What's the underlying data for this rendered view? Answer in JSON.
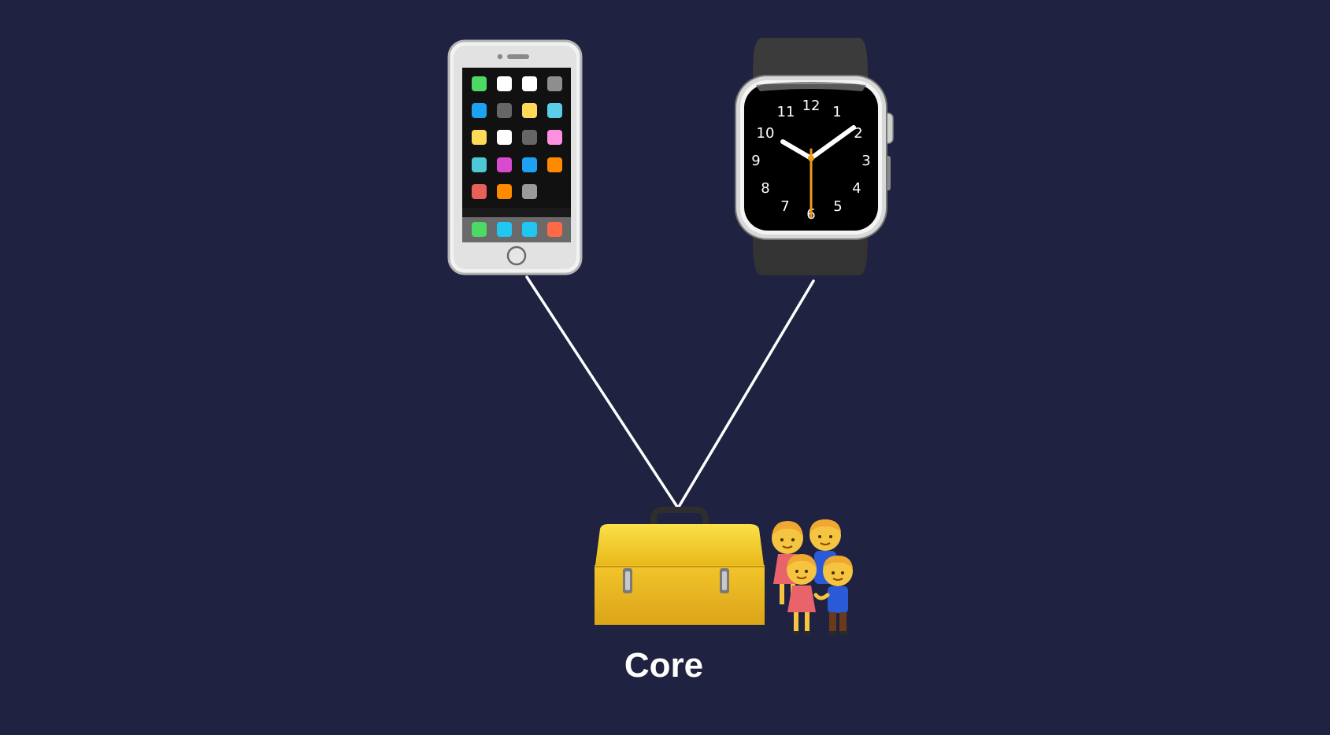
{
  "diagram": {
    "background_color": "#1f2240",
    "line_color": "#ffffff",
    "nodes": [
      {
        "id": "phone",
        "icon": "mobile-phone-icon"
      },
      {
        "id": "watch",
        "icon": "watch-icon"
      },
      {
        "id": "core",
        "icon": "toolbox-icon",
        "companion_icon": "family-icon",
        "label": "Core"
      }
    ],
    "edges": [
      {
        "from": "phone",
        "to": "core"
      },
      {
        "from": "watch",
        "to": "core"
      }
    ],
    "watch_face_numbers": [
      "12",
      "1",
      "2",
      "3",
      "4",
      "5",
      "6",
      "7",
      "8",
      "9",
      "10",
      "11"
    ],
    "colors": {
      "toolbox": "#f0c81e",
      "phone_body": "#e6e6e6",
      "watch_band": "#333333",
      "second_hand": "#f29a1a"
    }
  }
}
